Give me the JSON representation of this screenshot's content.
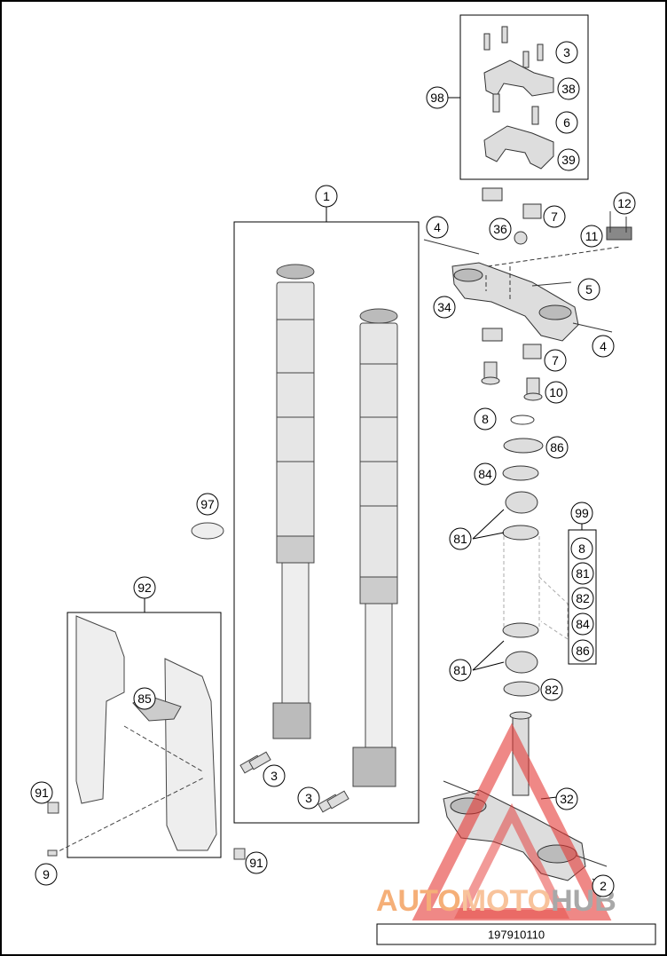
{
  "diagram": {
    "document_number": "197910110",
    "watermark": {
      "part1": "AUTO",
      "part2": "MOTO",
      "part3": "HUB",
      "color1": "#f4a261",
      "color2": "#f7b98a",
      "color3": "#9a9a9a",
      "triangle_color": "#e53935"
    },
    "callouts": {
      "c1": "1",
      "c2": "2",
      "c3a": "3",
      "c3b": "3",
      "c3c": "3",
      "c4a": "4",
      "c4b": "4",
      "c5": "5",
      "c6": "6",
      "c7a": "7",
      "c7b": "7",
      "c8a": "8",
      "c8b": "8",
      "c9": "9",
      "c10": "10",
      "c11": "11",
      "c12": "12",
      "c32": "32",
      "c34": "34",
      "c36": "36",
      "c38": "38",
      "c39": "39",
      "c81a": "81",
      "c81b": "81",
      "c81c": "81",
      "c82a": "82",
      "c82b": "82",
      "c84a": "84",
      "c84b": "84",
      "c85": "85",
      "c86a": "86",
      "c86b": "86",
      "c91a": "91",
      "c91b": "91",
      "c92": "92",
      "c97": "97",
      "c98": "98",
      "c99": "99"
    }
  }
}
